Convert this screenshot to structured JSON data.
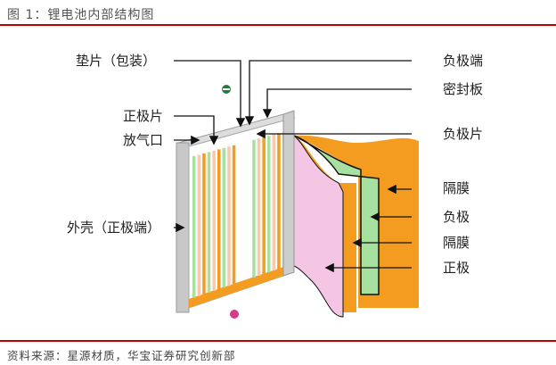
{
  "figure_title": "图 1：锂电池内部结构图",
  "source": "资料来源：星源材质，华宝证券研究创新部",
  "labels": {
    "gasket": "垫片（包装）",
    "positive_tab": "正极片",
    "vent": "放气口",
    "casing": "外壳（正极端）",
    "negative_terminal": "负极端",
    "seal_plate": "密封板",
    "negative_tab": "负极片",
    "separator_1": "隔膜",
    "negative_electrode": "负极",
    "separator_2": "隔膜",
    "positive_electrode": "正极"
  },
  "colors": {
    "accent_rule": "#c00000",
    "orange": "#f39c1f",
    "green": "#a8e0a0",
    "pink": "#f5c6e4",
    "casing": "#c8c8c8"
  }
}
